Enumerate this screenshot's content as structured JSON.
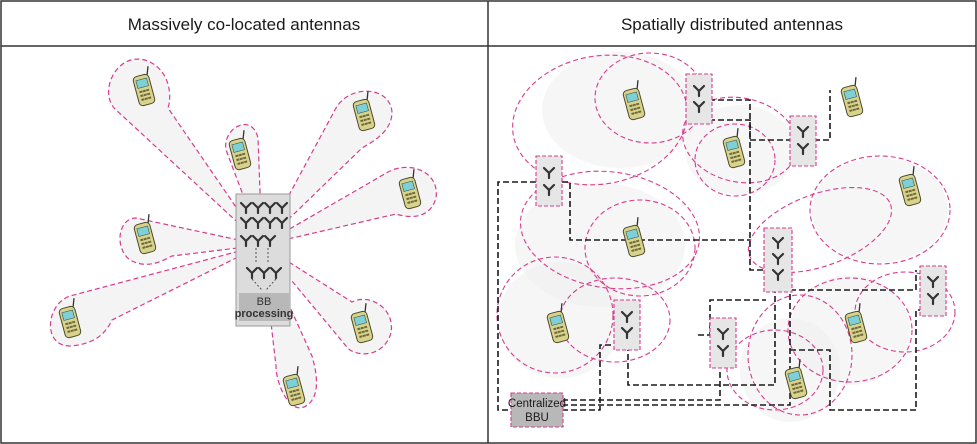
{
  "left_panel": {
    "title": "Massively co-located antennas",
    "processing_box": {
      "line1": "BB",
      "line2": "processing"
    }
  },
  "right_panel": {
    "title": "Spatially distributed antennas",
    "bbu": {
      "line1": "Centralized",
      "line2": "BBU"
    }
  },
  "colors": {
    "beam_outline": "#d63c8c",
    "beam_fill": "#efefef",
    "fronthaul_line": "#1a1a1a",
    "phone_body": "#d9d28a",
    "phone_screen": "#7fd0d6"
  },
  "icons": [
    "mobile-phone-icon",
    "antenna-icon"
  ]
}
